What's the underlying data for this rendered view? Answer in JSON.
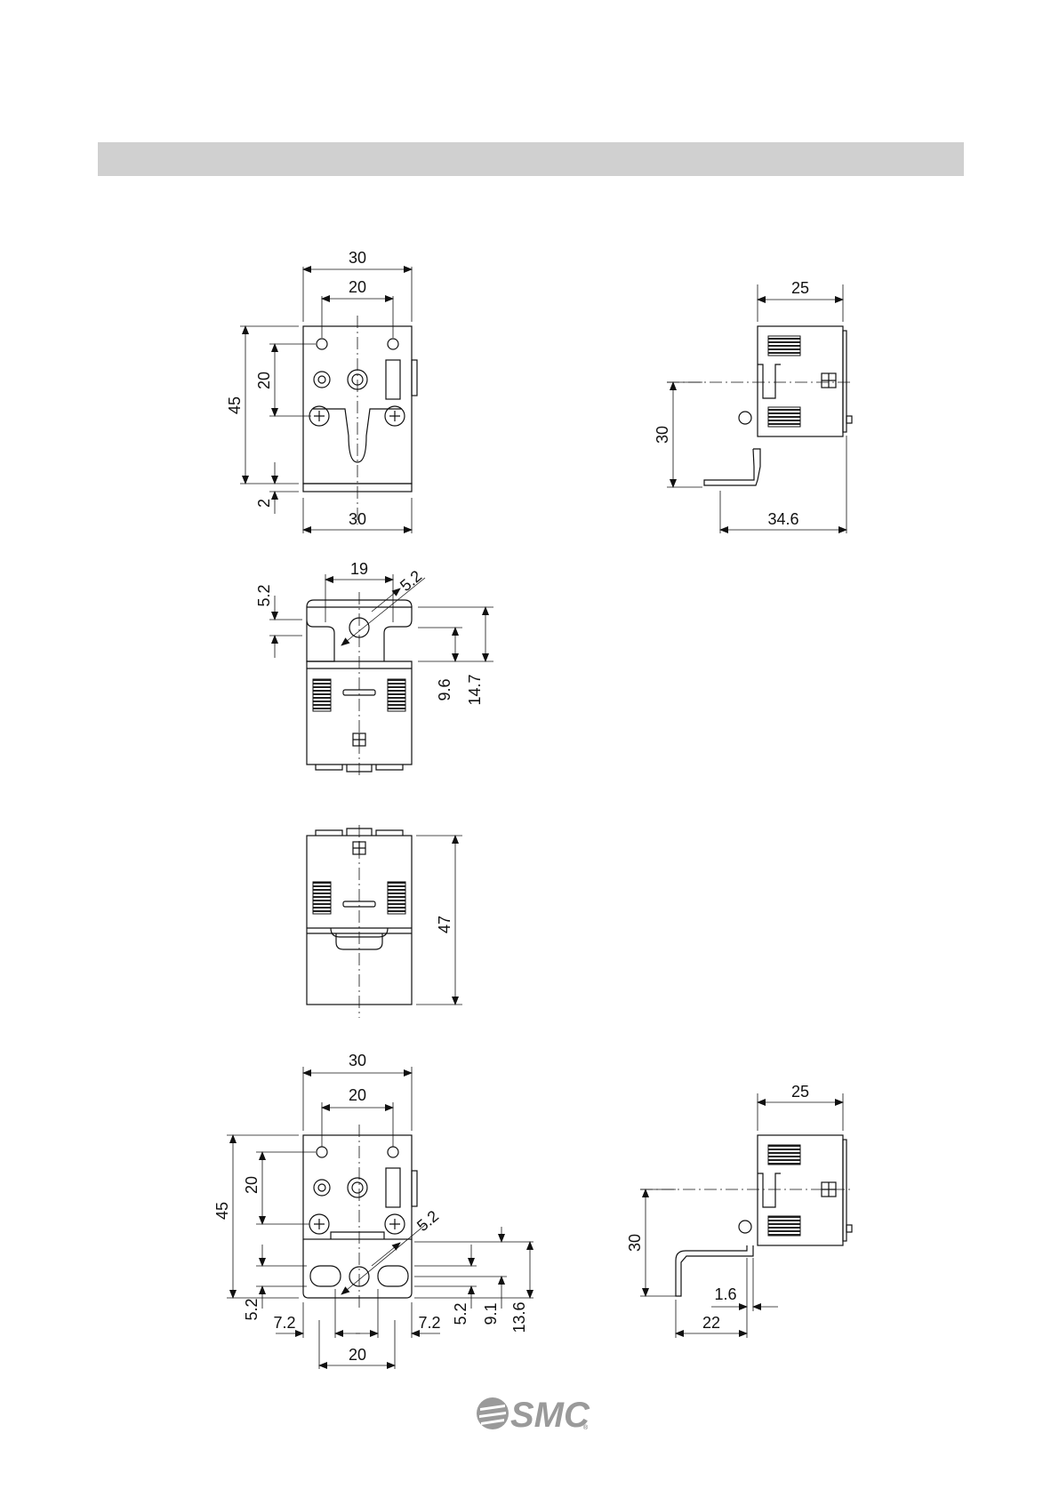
{
  "section_bar": {
    "color": "#d0d0d0"
  },
  "views": {
    "front_top": {
      "w30_top": "30",
      "w20_top": "20",
      "h45": "45",
      "h20": "20",
      "h2": "2",
      "w30_bottom": "30"
    },
    "side_top": {
      "w25": "25",
      "h30": "30",
      "w34_6": "34.6"
    },
    "bracket_detail": {
      "w19": "19",
      "d5_2": "5.2",
      "h5_2": "5.2",
      "h9_6": "9.6",
      "h14_7": "14.7"
    },
    "rear": {
      "h47": "47"
    },
    "front_bottom": {
      "w30": "30",
      "w20_top": "20",
      "h45": "45",
      "h20": "20",
      "d5_2": "5.2",
      "h5_2_left": "5.2",
      "w7_2_left": "7.2",
      "w7_2_right": "7.2",
      "h5_2_right": "5.2",
      "h9_1": "9.1",
      "h13_6": "13.6",
      "w20_bottom": "20"
    },
    "side_bottom": {
      "w25": "25",
      "h30": "30",
      "w1_6": "1.6",
      "w22": "22"
    }
  },
  "logo": {
    "text": "SMC",
    "mark": "®",
    "color": "#9a9a9a"
  }
}
